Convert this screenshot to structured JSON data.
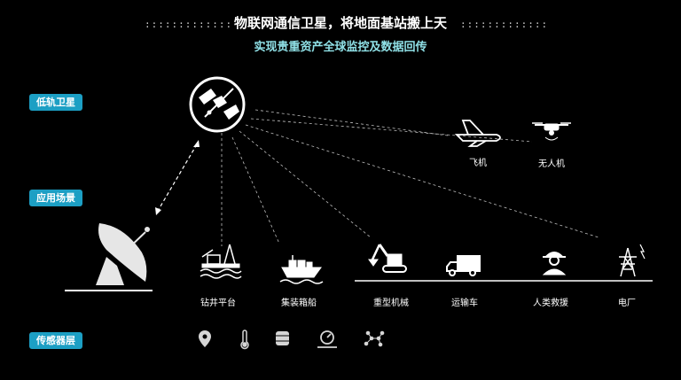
{
  "header": {
    "title": "物联网通信卫星，将地面基站搬上天",
    "subtitle": "实现贵重资产全球监控及数据回传",
    "dots_left": ":::::::::::::",
    "dots_right": ":::::::::::::"
  },
  "layers": {
    "satellite": "低轨卫星",
    "application": "应用场景",
    "sensor": "传感器层"
  },
  "scenes": {
    "airplane": "飞机",
    "drone": "无人机",
    "drilling_platform": "钻井平台",
    "container_ship": "集装箱船",
    "heavy_machinery": "重型机械",
    "transport_truck": "运输车",
    "human_rescue": "人类救援",
    "power_plant": "电厂"
  },
  "sensors": [
    "location-pin-icon",
    "thermometer-icon",
    "barrel-icon",
    "gauge-icon",
    "molecule-icon"
  ],
  "colors": {
    "badge": "#1c9fc4",
    "subtitle": "#8fe0e6",
    "background": "#000000"
  }
}
